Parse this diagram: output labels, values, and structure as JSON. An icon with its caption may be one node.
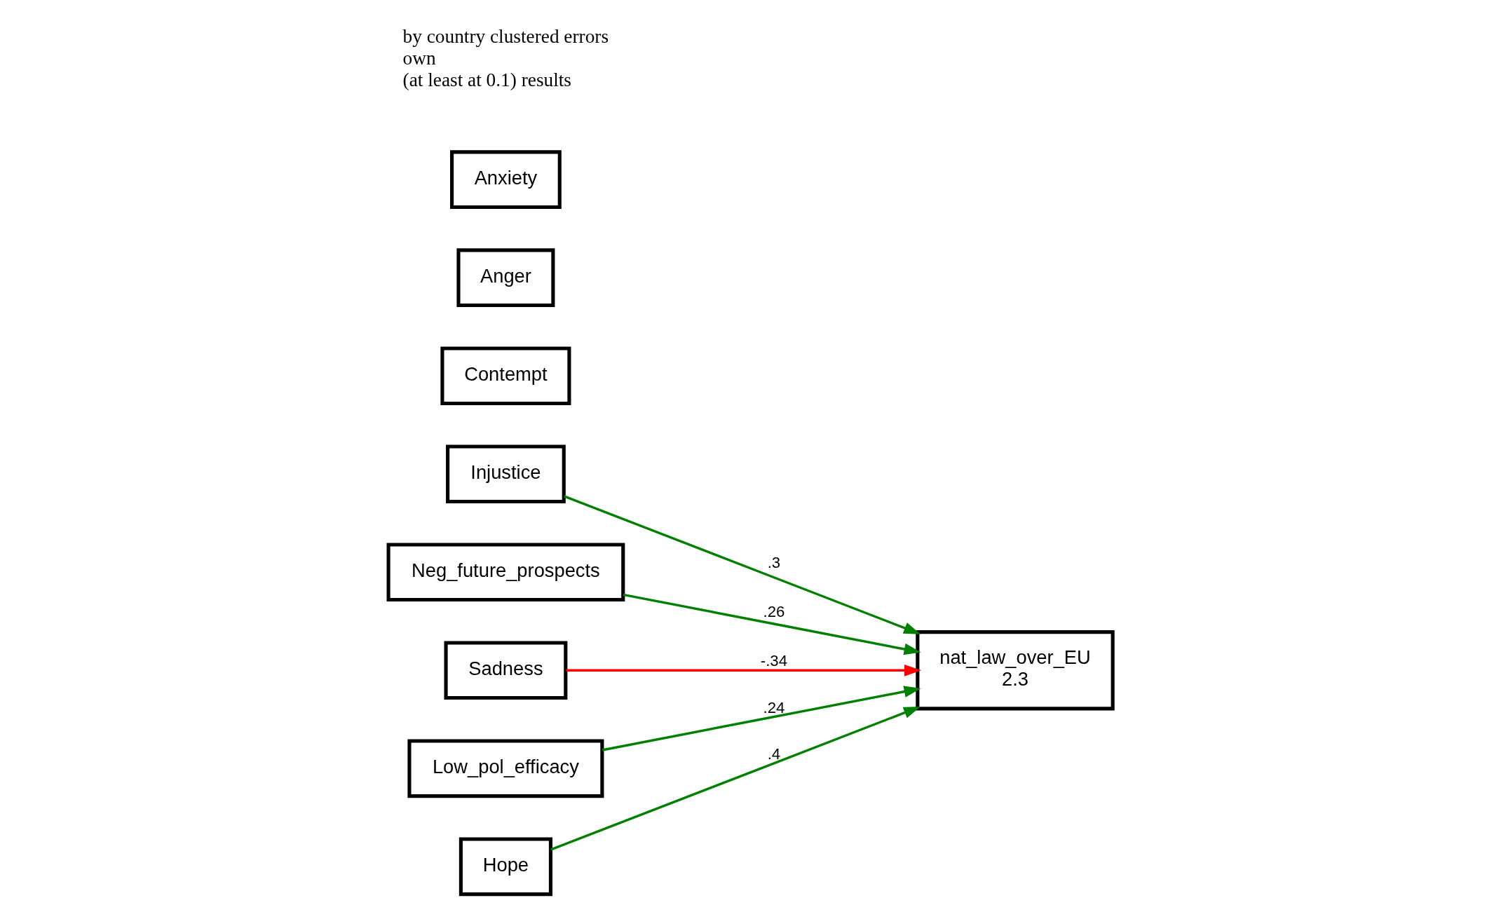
{
  "diagram": {
    "nodes": [
      {
        "text": [
          "Injustice"
        ]
      },
      {
        "text": [
          "Contempt"
        ]
      },
      {
        "text": [
          "Neg_future_prospects"
        ]
      },
      {
        "text": [
          "Anger"
        ]
      },
      {
        "text": [
          "nat_law_over_EU",
          "2.3"
        ]
      },
      {
        "text": [
          "Anxiety"
        ]
      },
      {
        "text": [
          "Sadness"
        ]
      },
      {
        "text": [
          "Low_pol_efficacy"
        ]
      },
      {
        "text": [
          "Hope"
        ]
      }
    ],
    "edges": [
      {
        "from": 0,
        "to": 4,
        "arrow": "to",
        "label": ".3"
      },
      {
        "from": 2,
        "to": 4,
        "arrow": "to",
        "label": ".26"
      },
      {
        "from": 7,
        "to": 4,
        "arrow": "to",
        "label": ".24"
      },
      {
        "from": 6,
        "to": 4,
        "arrow": "to",
        "label": "-.34",
        "color": "#ff0000"
      },
      {
        "from": 8,
        "to": 4,
        "arrow": "to",
        "label": ".4"
      }
    ],
    "labels": [
      "by country clustered errors",
      "own",
      "(at least at 0.1) results"
    ]
  }
}
